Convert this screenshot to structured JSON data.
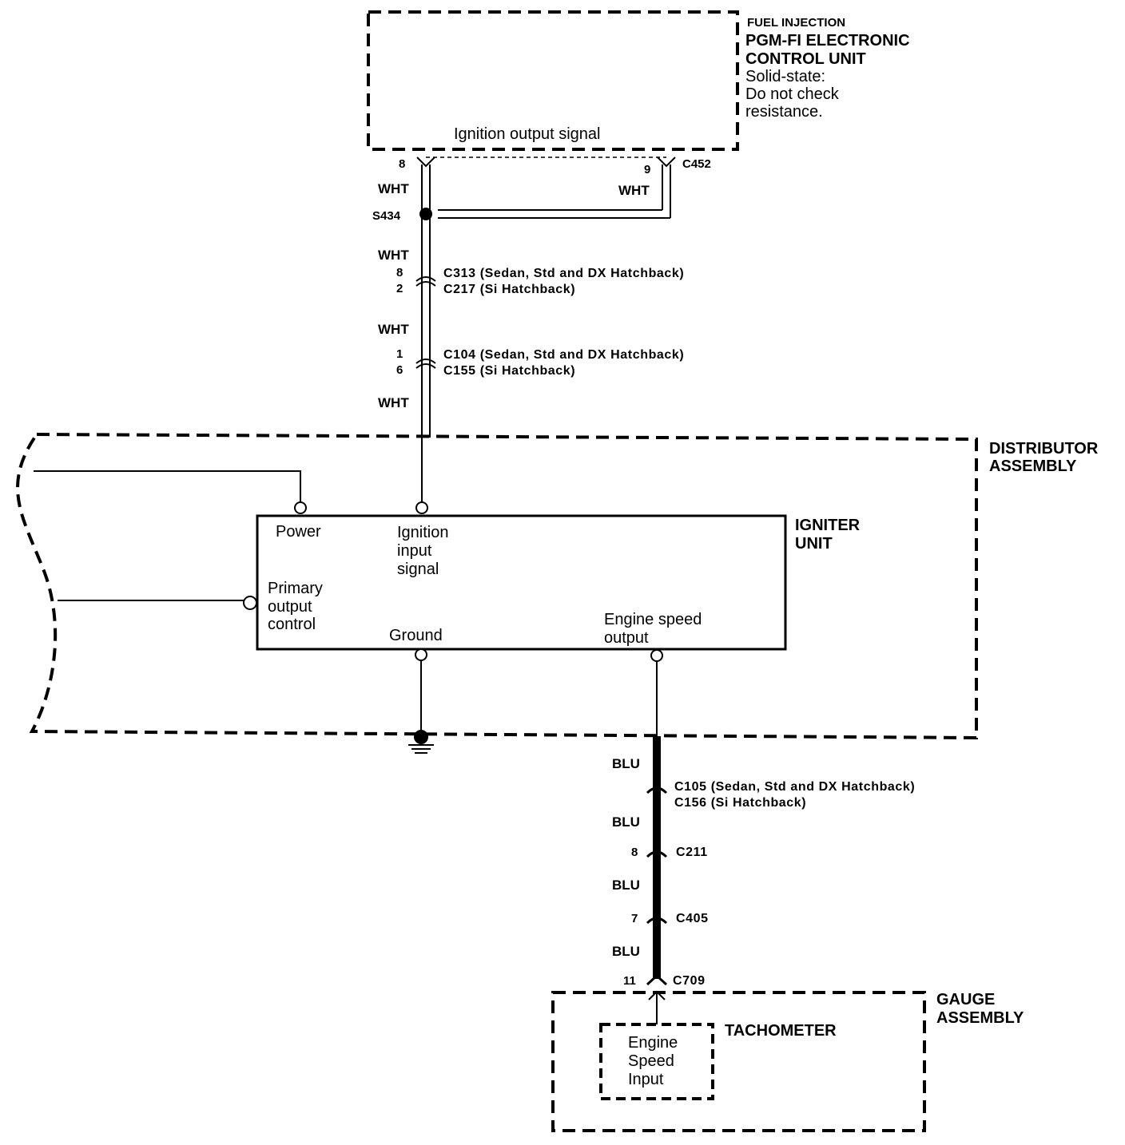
{
  "ecu": {
    "title_1": "FUEL INJECTION",
    "title_2": "PGM-FI ELECTRONIC",
    "title_3": "CONTROL UNIT",
    "note_1": "Solid-state:",
    "note_2": "Do not check",
    "note_3": "resistance.",
    "signal": "Ignition output signal",
    "pin_a": "8",
    "pin_b": "9",
    "connector": "C452"
  },
  "wires": {
    "wht": "WHT",
    "blu": "BLU"
  },
  "splice": "S434",
  "connectors_wht": [
    {
      "pin": "8",
      "text": "C313 (Sedan, Std and DX Hatchback)"
    },
    {
      "pin": "2",
      "text": "C217 (Si Hatchback)"
    },
    {
      "pin": "1",
      "text": "C104 (Sedan, Std and DX Hatchback)"
    },
    {
      "pin": "6",
      "text": "C155 (Si Hatchback)"
    }
  ],
  "distributor": {
    "title_1": "DISTRIBUTOR",
    "title_2": "ASSEMBLY"
  },
  "igniter": {
    "title_1": "IGNITER",
    "title_2": "UNIT",
    "power": "Power",
    "ign_1": "Ignition",
    "ign_2": "input",
    "ign_3": "signal",
    "prim_1": "Primary",
    "prim_2": "output",
    "prim_3": "control",
    "ground": "Ground",
    "eso_1": "Engine speed",
    "eso_2": "output"
  },
  "connectors_blu": [
    {
      "pin": "",
      "text": "C105 (Sedan, Std and DX Hatchback)"
    },
    {
      "pin": "",
      "text": "C156 (Si Hatchback)"
    },
    {
      "pin": "8",
      "text": "C211"
    },
    {
      "pin": "7",
      "text": "C405"
    },
    {
      "pin": "11",
      "text": "C709"
    }
  ],
  "gauge": {
    "title_1": "GAUGE",
    "title_2": "ASSEMBLY",
    "tach": "TACHOMETER",
    "esi_1": "Engine",
    "esi_2": "Speed",
    "esi_3": "Input"
  }
}
